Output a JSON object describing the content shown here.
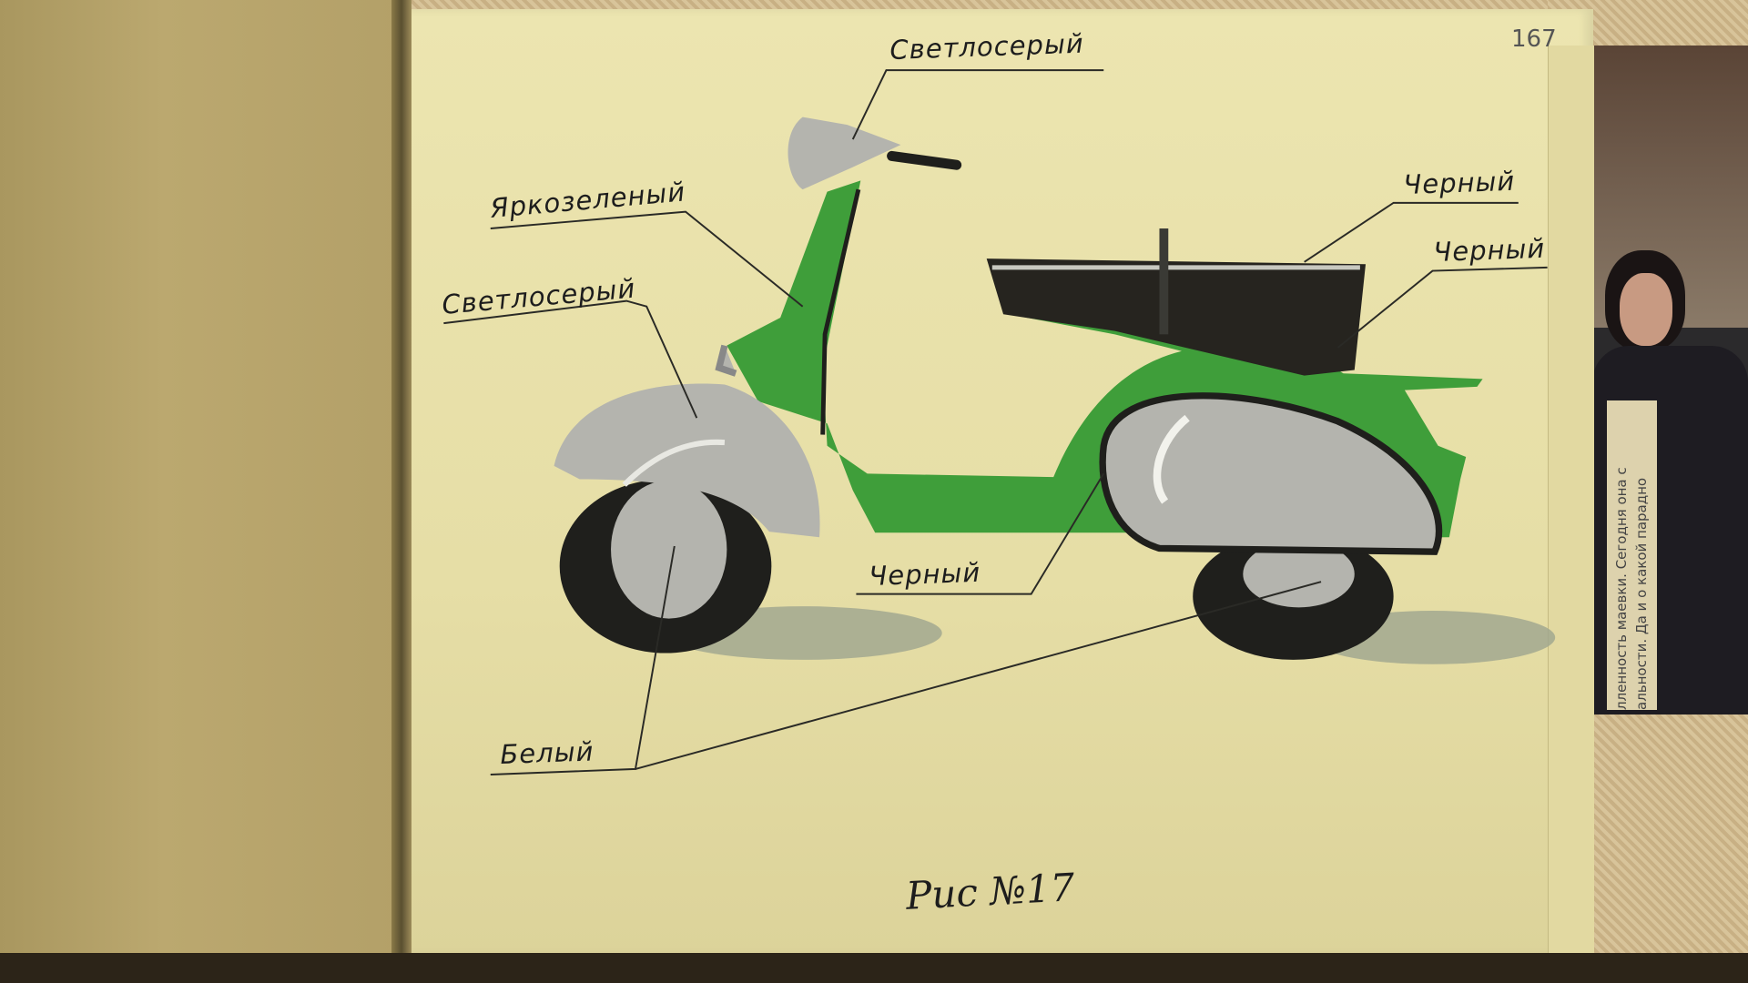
{
  "page_number": "167",
  "figure_caption": "Рис №17",
  "labels": {
    "headlight": "Светлосерый",
    "frame": "Яркозеленый",
    "front_fender": "Светлосерый",
    "seat_top": "Черный",
    "seat_side": "Черный",
    "cowl_outline": "Черный",
    "wheels": "Белый"
  },
  "photo_caption": {
    "line1": "лленность маевки. Сегодня она с",
    "line2": "альности. Да и о какой парадно"
  },
  "colors": {
    "green": "#3f9e3a",
    "grey": "#b4b4ae",
    "black": "#1f1f1c",
    "paper": "#e8e0a8"
  }
}
